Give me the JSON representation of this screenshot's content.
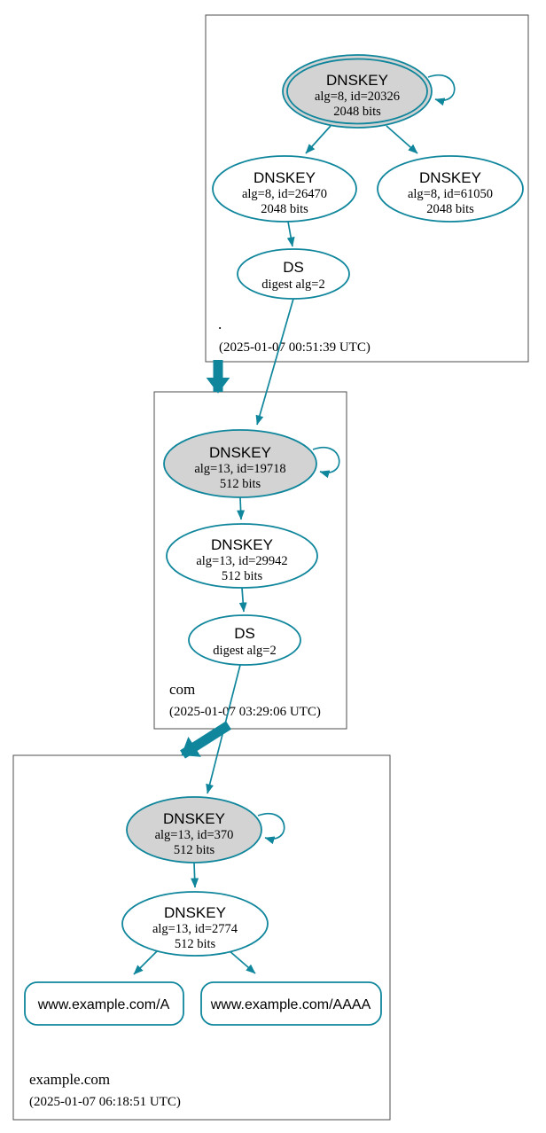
{
  "diagram": {
    "type": "dnssec-authentication-chain",
    "colors": {
      "edge_secure": "#0f869c",
      "ksk_fill": "#d3d3d3",
      "zone_border": "#4d4d4d",
      "text": "#000000"
    }
  },
  "zones": [
    {
      "name": ".",
      "timestamp": "(2025-01-07 00:51:39 UTC)",
      "nodes": {
        "ksk": {
          "title": "DNSKEY",
          "detail1": "alg=8, id=20326",
          "detail2": "2048 bits"
        },
        "zsk1": {
          "title": "DNSKEY",
          "detail1": "alg=8, id=26470",
          "detail2": "2048 bits"
        },
        "zsk2": {
          "title": "DNSKEY",
          "detail1": "alg=8, id=61050",
          "detail2": "2048 bits"
        },
        "ds": {
          "title": "DS",
          "detail1": "digest alg=2"
        }
      }
    },
    {
      "name": "com",
      "timestamp": "(2025-01-07 03:29:06 UTC)",
      "nodes": {
        "ksk": {
          "title": "DNSKEY",
          "detail1": "alg=13, id=19718",
          "detail2": "512 bits"
        },
        "zsk": {
          "title": "DNSKEY",
          "detail1": "alg=13, id=29942",
          "detail2": "512 bits"
        },
        "ds": {
          "title": "DS",
          "detail1": "digest alg=2"
        }
      }
    },
    {
      "name": "example.com",
      "timestamp": "(2025-01-07 06:18:51 UTC)",
      "nodes": {
        "ksk": {
          "title": "DNSKEY",
          "detail1": "alg=13, id=370",
          "detail2": "512 bits"
        },
        "zsk": {
          "title": "DNSKEY",
          "detail1": "alg=13, id=2774",
          "detail2": "512 bits"
        }
      },
      "rrsets": [
        {
          "label": "www.example.com/A"
        },
        {
          "label": "www.example.com/AAAA"
        }
      ]
    }
  ]
}
